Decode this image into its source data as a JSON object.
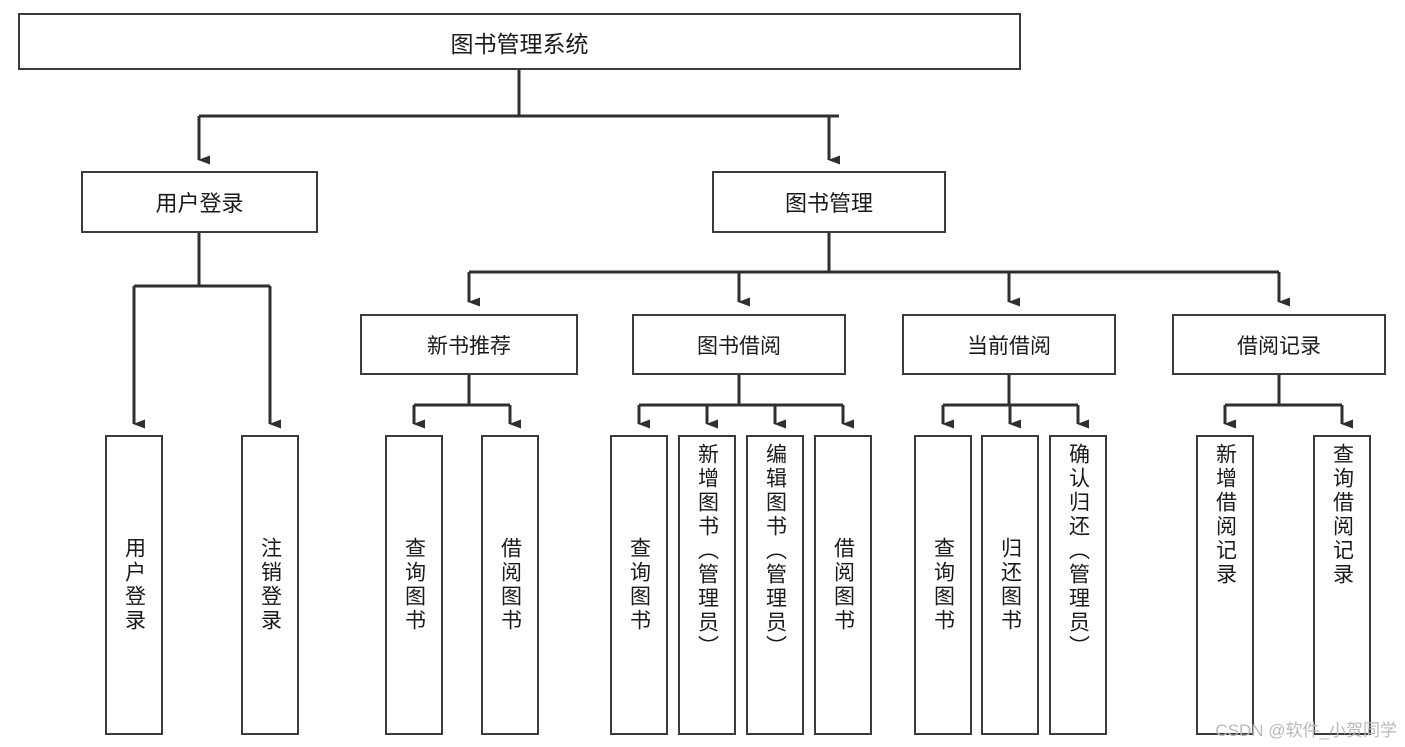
{
  "diagram": {
    "title": "图书管理系统",
    "type": "hierarchy-tree",
    "watermark": "CSDN @软件_小贺同学",
    "colors": {
      "box_border": "#3b3b3b",
      "box_fill": "#ffffff",
      "connector": "#2f2f2f",
      "text": "#1a1a1a",
      "watermark": "#b9b9b9"
    },
    "root": {
      "label": "图书管理系统"
    },
    "level2": [
      {
        "label": "用户登录"
      },
      {
        "label": "图书管理"
      }
    ],
    "level3": [
      {
        "label": "新书推荐"
      },
      {
        "label": "图书借阅"
      },
      {
        "label": "当前借阅"
      },
      {
        "label": "借阅记录"
      }
    ],
    "leaves": {
      "user_login": [
        {
          "label": "用户登录"
        },
        {
          "label": "注销登录"
        }
      ],
      "new_book": [
        {
          "label": "查询图书"
        },
        {
          "label": "借阅图书"
        }
      ],
      "borrow": [
        {
          "label": "查询图书"
        },
        {
          "label": "新增图书（管理员）"
        },
        {
          "label": "编辑图书（管理员）"
        },
        {
          "label": "借阅图书"
        }
      ],
      "current": [
        {
          "label": "查询图书"
        },
        {
          "label": "归还图书"
        },
        {
          "label": "确认归还（管理员）"
        }
      ],
      "records": [
        {
          "label": "新增借阅记录"
        },
        {
          "label": "查询借阅记录"
        }
      ]
    }
  }
}
